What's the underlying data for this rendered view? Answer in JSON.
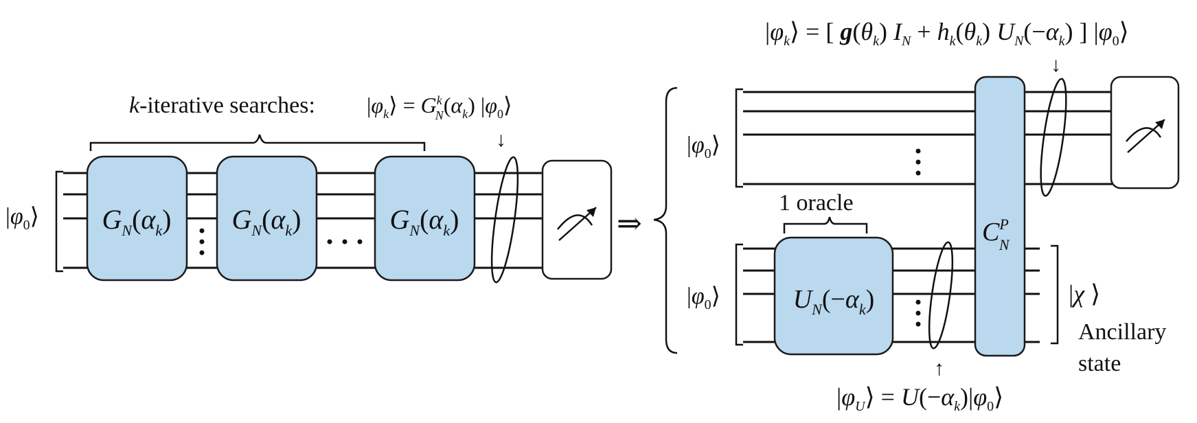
{
  "left_circuit": {
    "heading": "k-iterative searches:",
    "heading_equation": "|φk⟩ = G_N^k(αk) |φ0⟩",
    "input_state": "|φ0⟩",
    "gates": [
      "GN(αk)",
      "GN(αk)",
      "GN(αk)"
    ],
    "between_dots": "⋮",
    "ellipsis": "· · ·",
    "arrow_to_output": "↓"
  },
  "implies": "⇒",
  "right_circuit": {
    "top_equation": "|φk⟩ = [ g(θk) IN + hk(θk) UN(−αk) ] |φ0⟩",
    "top_input_state": "|φ0⟩",
    "bottom_input_state": "|φ0⟩",
    "oracle_label": "1 oracle",
    "oracle_gate": "UN(−αk)",
    "controlled_gate": "C_N^P",
    "ancilla_state": "|χ⟩",
    "ancilla_caption_line1": "Ancillary",
    "ancilla_caption_line2": "state",
    "bottom_equation": "|φU⟩ = U(−αk)|φ0⟩"
  }
}
